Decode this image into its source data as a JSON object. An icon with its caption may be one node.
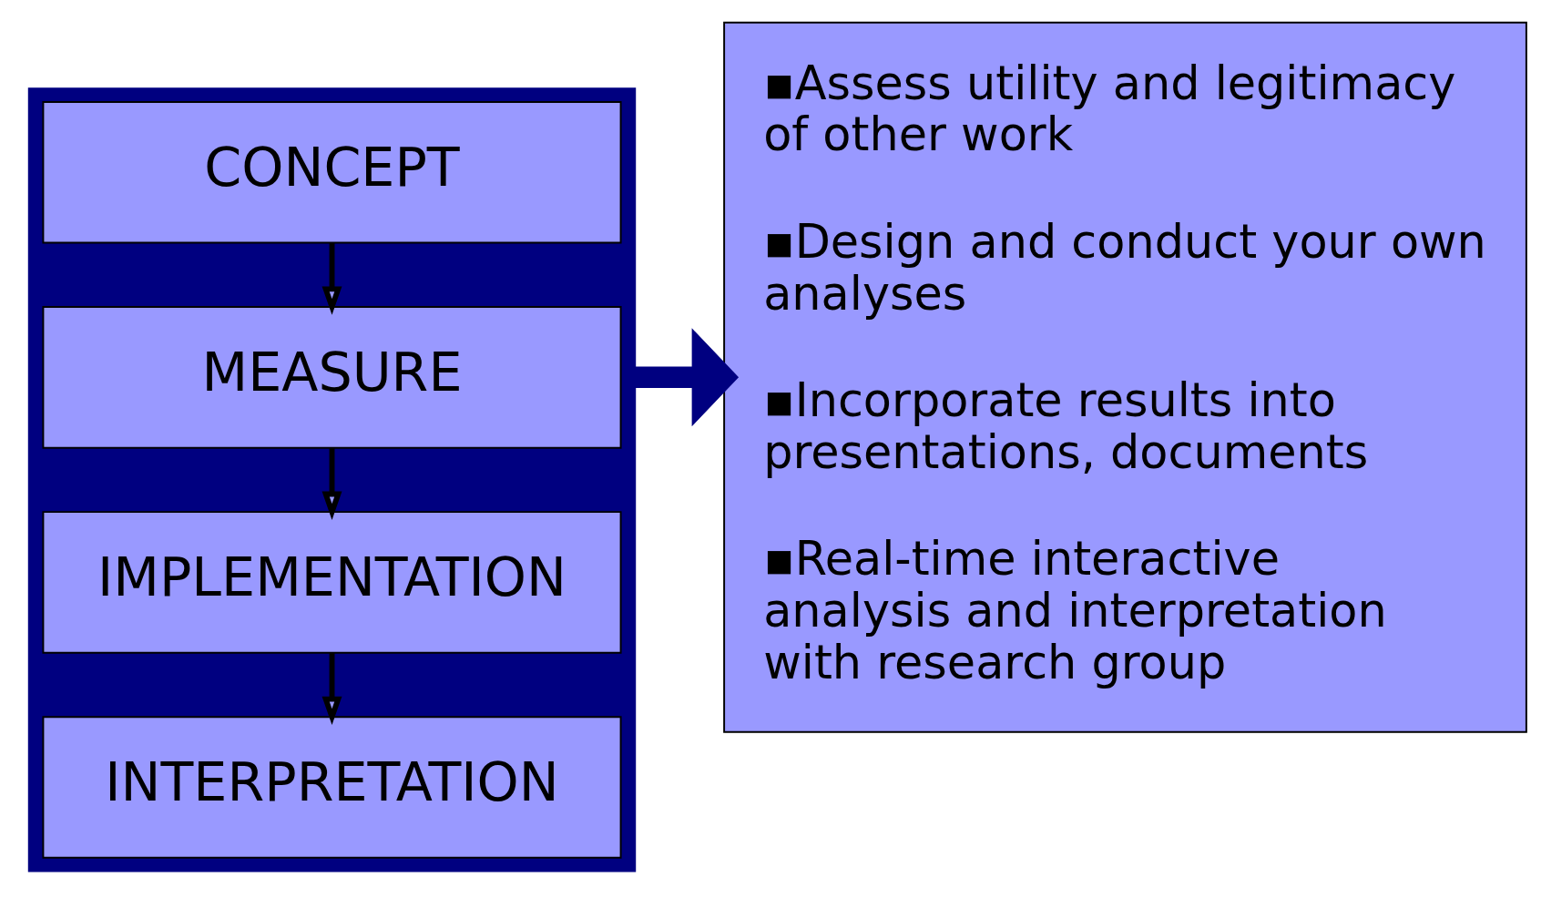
{
  "diagram": {
    "nodes": [
      {
        "text": [],
        "shape": "box"
      },
      {
        "text": [
          "CONCEPT"
        ],
        "in": 0
      },
      {
        "text": [
          "MEASURE"
        ],
        "in": 0
      },
      {
        "text": [
          "IMPLEMENTATION"
        ],
        "in": 0
      },
      {
        "text": [
          "INTERPRETATION"
        ],
        "in": 0
      },
      {
        "text": [
          "▪Assess utility and legitimacy of other work",
          "▪Design and conduct your own analyses",
          "▪Incorporate results into presentations, documents",
          "▪Real-time interactive analysis and interpretation with research group"
        ]
      }
    ],
    "edges": [
      {
        "from": 1,
        "to": 2,
        "arrow": "to"
      },
      {
        "from": 2,
        "to": 3,
        "arrow": "to"
      },
      {
        "from": 3,
        "to": 4,
        "arrow": "to"
      },
      {
        "from": 0,
        "to": 5,
        "arrow": "to",
        "style": "thick",
        "color": "#000080"
      }
    ]
  }
}
